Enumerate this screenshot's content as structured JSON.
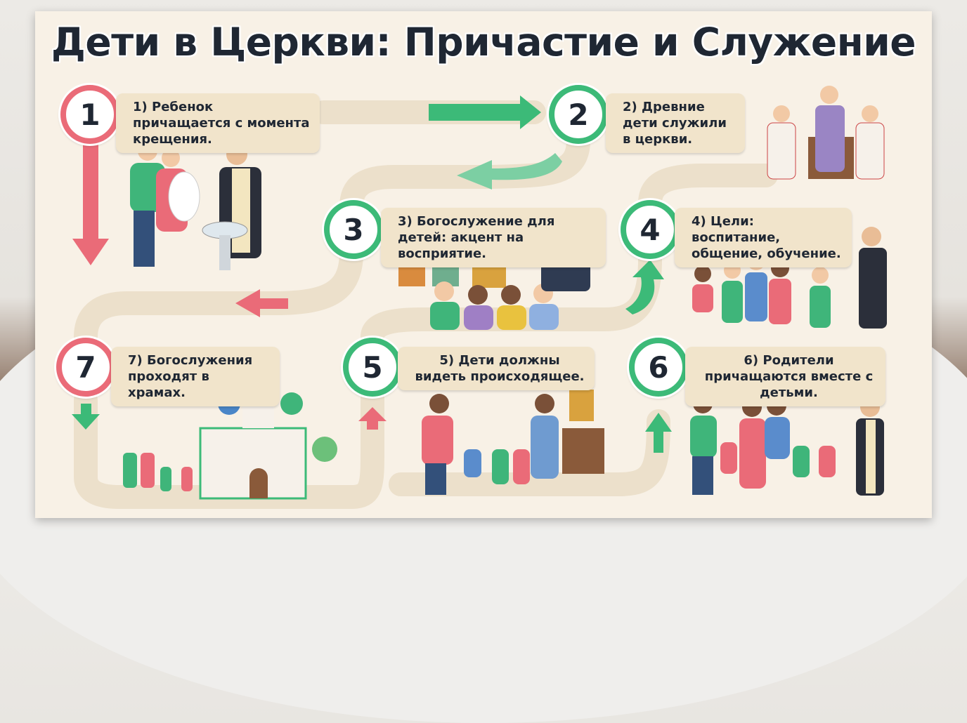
{
  "title": "Дети в Церкви: Причастие и Служение",
  "colors": {
    "green": "#3cba78",
    "pink": "#ea6b78",
    "road": "#ece0cb",
    "label_bg": "#f1e4cb"
  },
  "steps": [
    {
      "number": "1",
      "text": "1) Ребенок причащается с момента крещения."
    },
    {
      "number": "2",
      "text": "2) Древние дети служили в церкви."
    },
    {
      "number": "3",
      "text": "3) Богослужение для детей: акцент на восприятие."
    },
    {
      "number": "4",
      "text": "4) Цели: воспитание, общение, обучение."
    },
    {
      "number": "5",
      "text": "5) Дети должны видеть происходящее."
    },
    {
      "number": "6",
      "text": "6) Родители причащаются вместе с детьми."
    },
    {
      "number": "7",
      "text": "7) Богослужения проходят в храмах."
    }
  ]
}
